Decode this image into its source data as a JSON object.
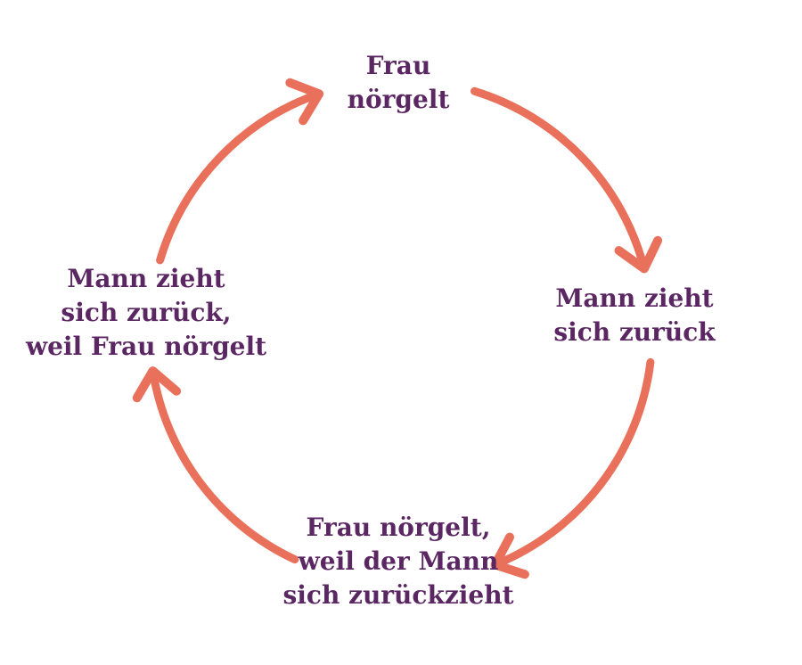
{
  "diagram": {
    "type": "cycle",
    "language": "de",
    "nodes": [
      {
        "id": "top",
        "label": "Frau\nnörgelt"
      },
      {
        "id": "right",
        "label": "Mann zieht\nsich zurück"
      },
      {
        "id": "bottom",
        "label": "Frau nörgelt,\nweil der Mann\nsich zurückzieht"
      },
      {
        "id": "left",
        "label": "Mann zieht\nsich zurück,\nweil Frau nörgelt"
      }
    ],
    "edges": [
      {
        "from": "top",
        "to": "right"
      },
      {
        "from": "right",
        "to": "bottom"
      },
      {
        "from": "bottom",
        "to": "left"
      },
      {
        "from": "left",
        "to": "top"
      }
    ],
    "colors": {
      "arrow": "#E9705B",
      "text": "#5B2763",
      "background": "#FFFFFF"
    }
  }
}
